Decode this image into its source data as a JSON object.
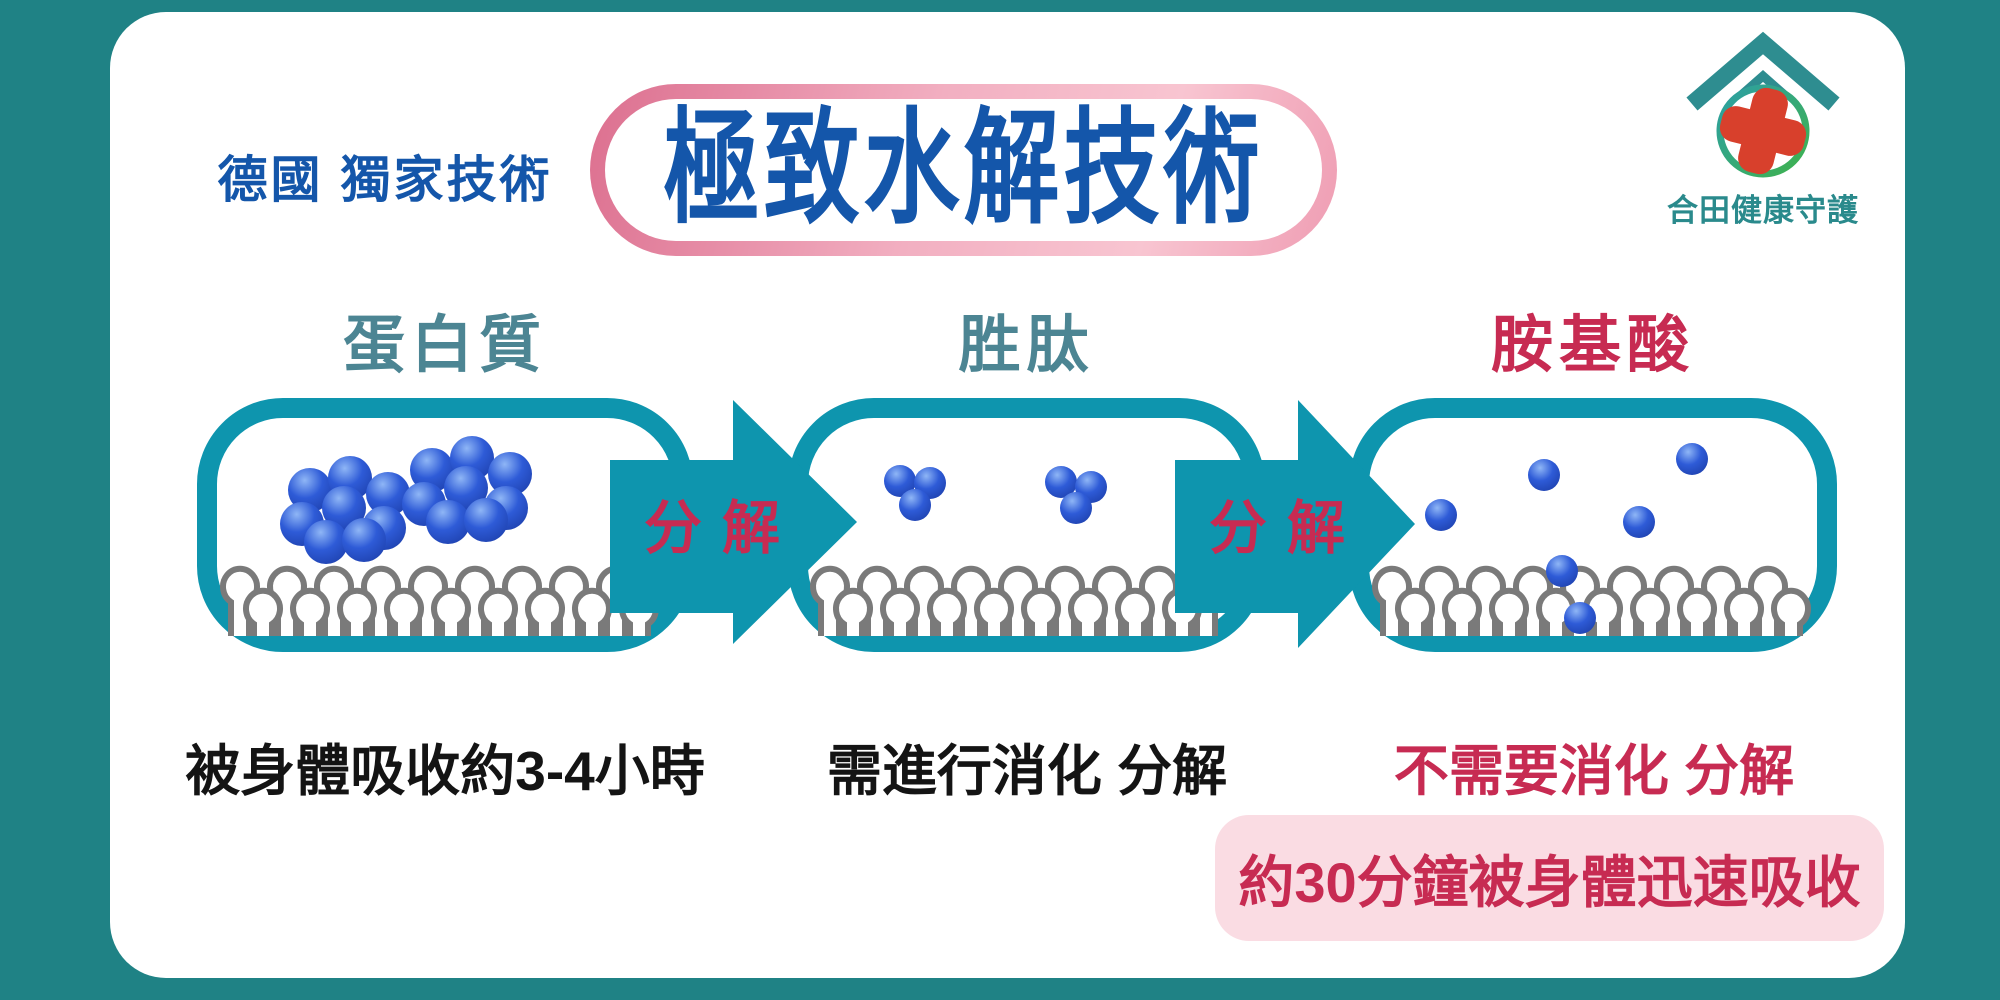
{
  "header": {
    "tagline": "德國 獨家技術",
    "title": "極致水解技術",
    "logo_text": "合田健康守護"
  },
  "stages": [
    {
      "label": "蛋白質",
      "caption": "被身體吸收約3-4小時",
      "molecule": "large-protein-clusters"
    },
    {
      "label": "胜肽",
      "caption": "需進行消化 分解",
      "molecule": "small-peptide-clusters"
    },
    {
      "label": "胺基酸",
      "caption": "不需要消化 分解",
      "molecule": "single-amino-acids",
      "badge": "約30分鐘被身體迅速吸收"
    }
  ],
  "arrows": [
    {
      "label": "分 解"
    },
    {
      "label": "分 解"
    }
  ],
  "colors": {
    "background_teal": "#1F8285",
    "card_white": "#FFFFFF",
    "box_border_teal": "#0E95AE",
    "arrow_teal": "#0E95AE",
    "title_blue": "#1456AA",
    "label_teal": "#4C8593",
    "crimson": "#C72B52",
    "caption_black": "#141414",
    "badge_pink_bg": "#FADCE3",
    "pill_pink_dark": "#DC6F8F",
    "pill_pink_light": "#F8C5D1",
    "sphere_blue": "#2E5BD7",
    "villi_gray": "#7A7A7A",
    "logo_teal": "#2E8D90",
    "logo_red": "#D8402C",
    "logo_green": "#3FB24D"
  }
}
